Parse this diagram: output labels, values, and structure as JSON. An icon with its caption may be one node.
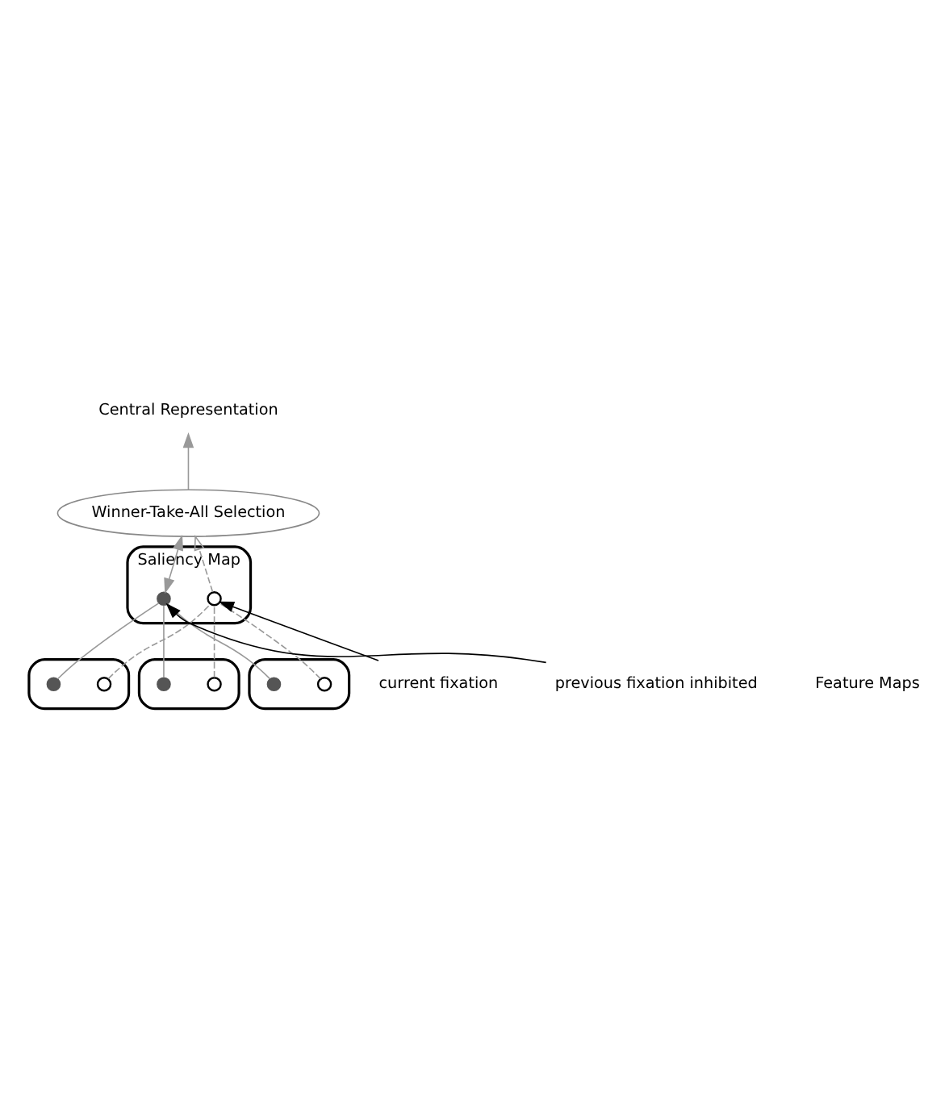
{
  "diagram": {
    "nodes": [
      {
        "text": [
          "Central Representation"
        ]
      },
      {
        "text": [
          "Winner-Take-All Selection"
        ]
      },
      {
        "text": [
          "Saliency Map"
        ]
      },
      {
        "text": [],
        "shape": "circle",
        "in": 2
      },
      {
        "text": [],
        "shape": "dot",
        "in": 2
      },
      {
        "text": [],
        "shape": "box"
      },
      {
        "text": [],
        "shape": "circle",
        "in": 5
      },
      {
        "text": [],
        "shape": "dot",
        "in": 5
      },
      {
        "text": [],
        "shape": "box"
      },
      {
        "text": [],
        "shape": "circle",
        "in": 8
      },
      {
        "text": [],
        "shape": "dot",
        "in": 8
      },
      {
        "text": [],
        "shape": "box"
      },
      {
        "text": [],
        "shape": "circle",
        "in": 11
      },
      {
        "text": [],
        "shape": "dot",
        "in": 11
      },
      {
        "text": [
          "current fixation"
        ]
      },
      {
        "text": [
          "previous fixation inhibited"
        ]
      }
    ],
    "edges": [
      {
        "from": 1,
        "to": 0,
        "arrow": "to"
      },
      {
        "from": 3,
        "to": 1,
        "arrow": "to",
        "style": "dashed"
      },
      {
        "from": 1,
        "to": 4,
        "arrow": "both"
      },
      {
        "from": 6,
        "to": 3,
        "arrow": "none",
        "style": "dashed"
      },
      {
        "from": 9,
        "to": 3,
        "arrow": "none",
        "style": "dashed"
      },
      {
        "from": 12,
        "to": 3,
        "arrow": "none",
        "style": "dashed"
      },
      {
        "from": 7,
        "to": 4,
        "arrow": "none"
      },
      {
        "from": 10,
        "to": 4,
        "arrow": "none"
      },
      {
        "from": 13,
        "to": 4,
        "arrow": "none"
      },
      {
        "from": 14,
        "to": 3,
        "arrow": "to",
        "color": "#000000"
      },
      {
        "from": 15,
        "to": 4,
        "arrow": "to",
        "color": "#000000"
      }
    ],
    "labels": [
      "Feature Maps"
    ]
  }
}
